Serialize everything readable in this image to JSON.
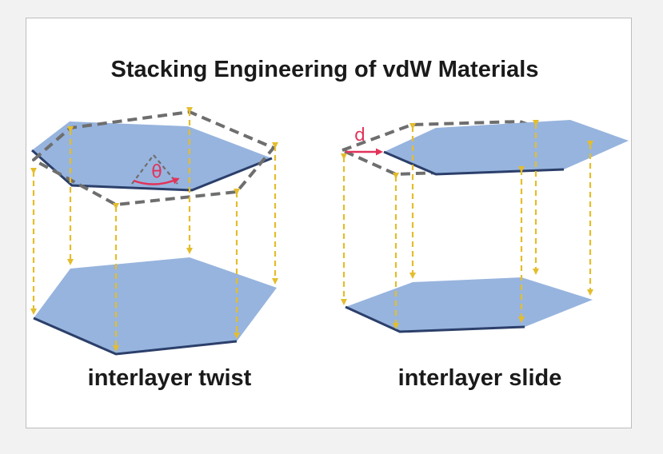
{
  "title": "Stacking Engineering of vdW Materials",
  "panels": [
    {
      "caption": "interlayer twist",
      "symbol": "θ"
    },
    {
      "caption": "interlayer slide",
      "symbol": "d"
    }
  ],
  "colors": {
    "layer_fill": "#97b4de",
    "layer_edge": "#2b3f6a",
    "guide_arrow": "#e4bd2c",
    "outline_dash": "#6e6e6e",
    "annotation": "#e2335a",
    "background": "#f2f2f2"
  }
}
